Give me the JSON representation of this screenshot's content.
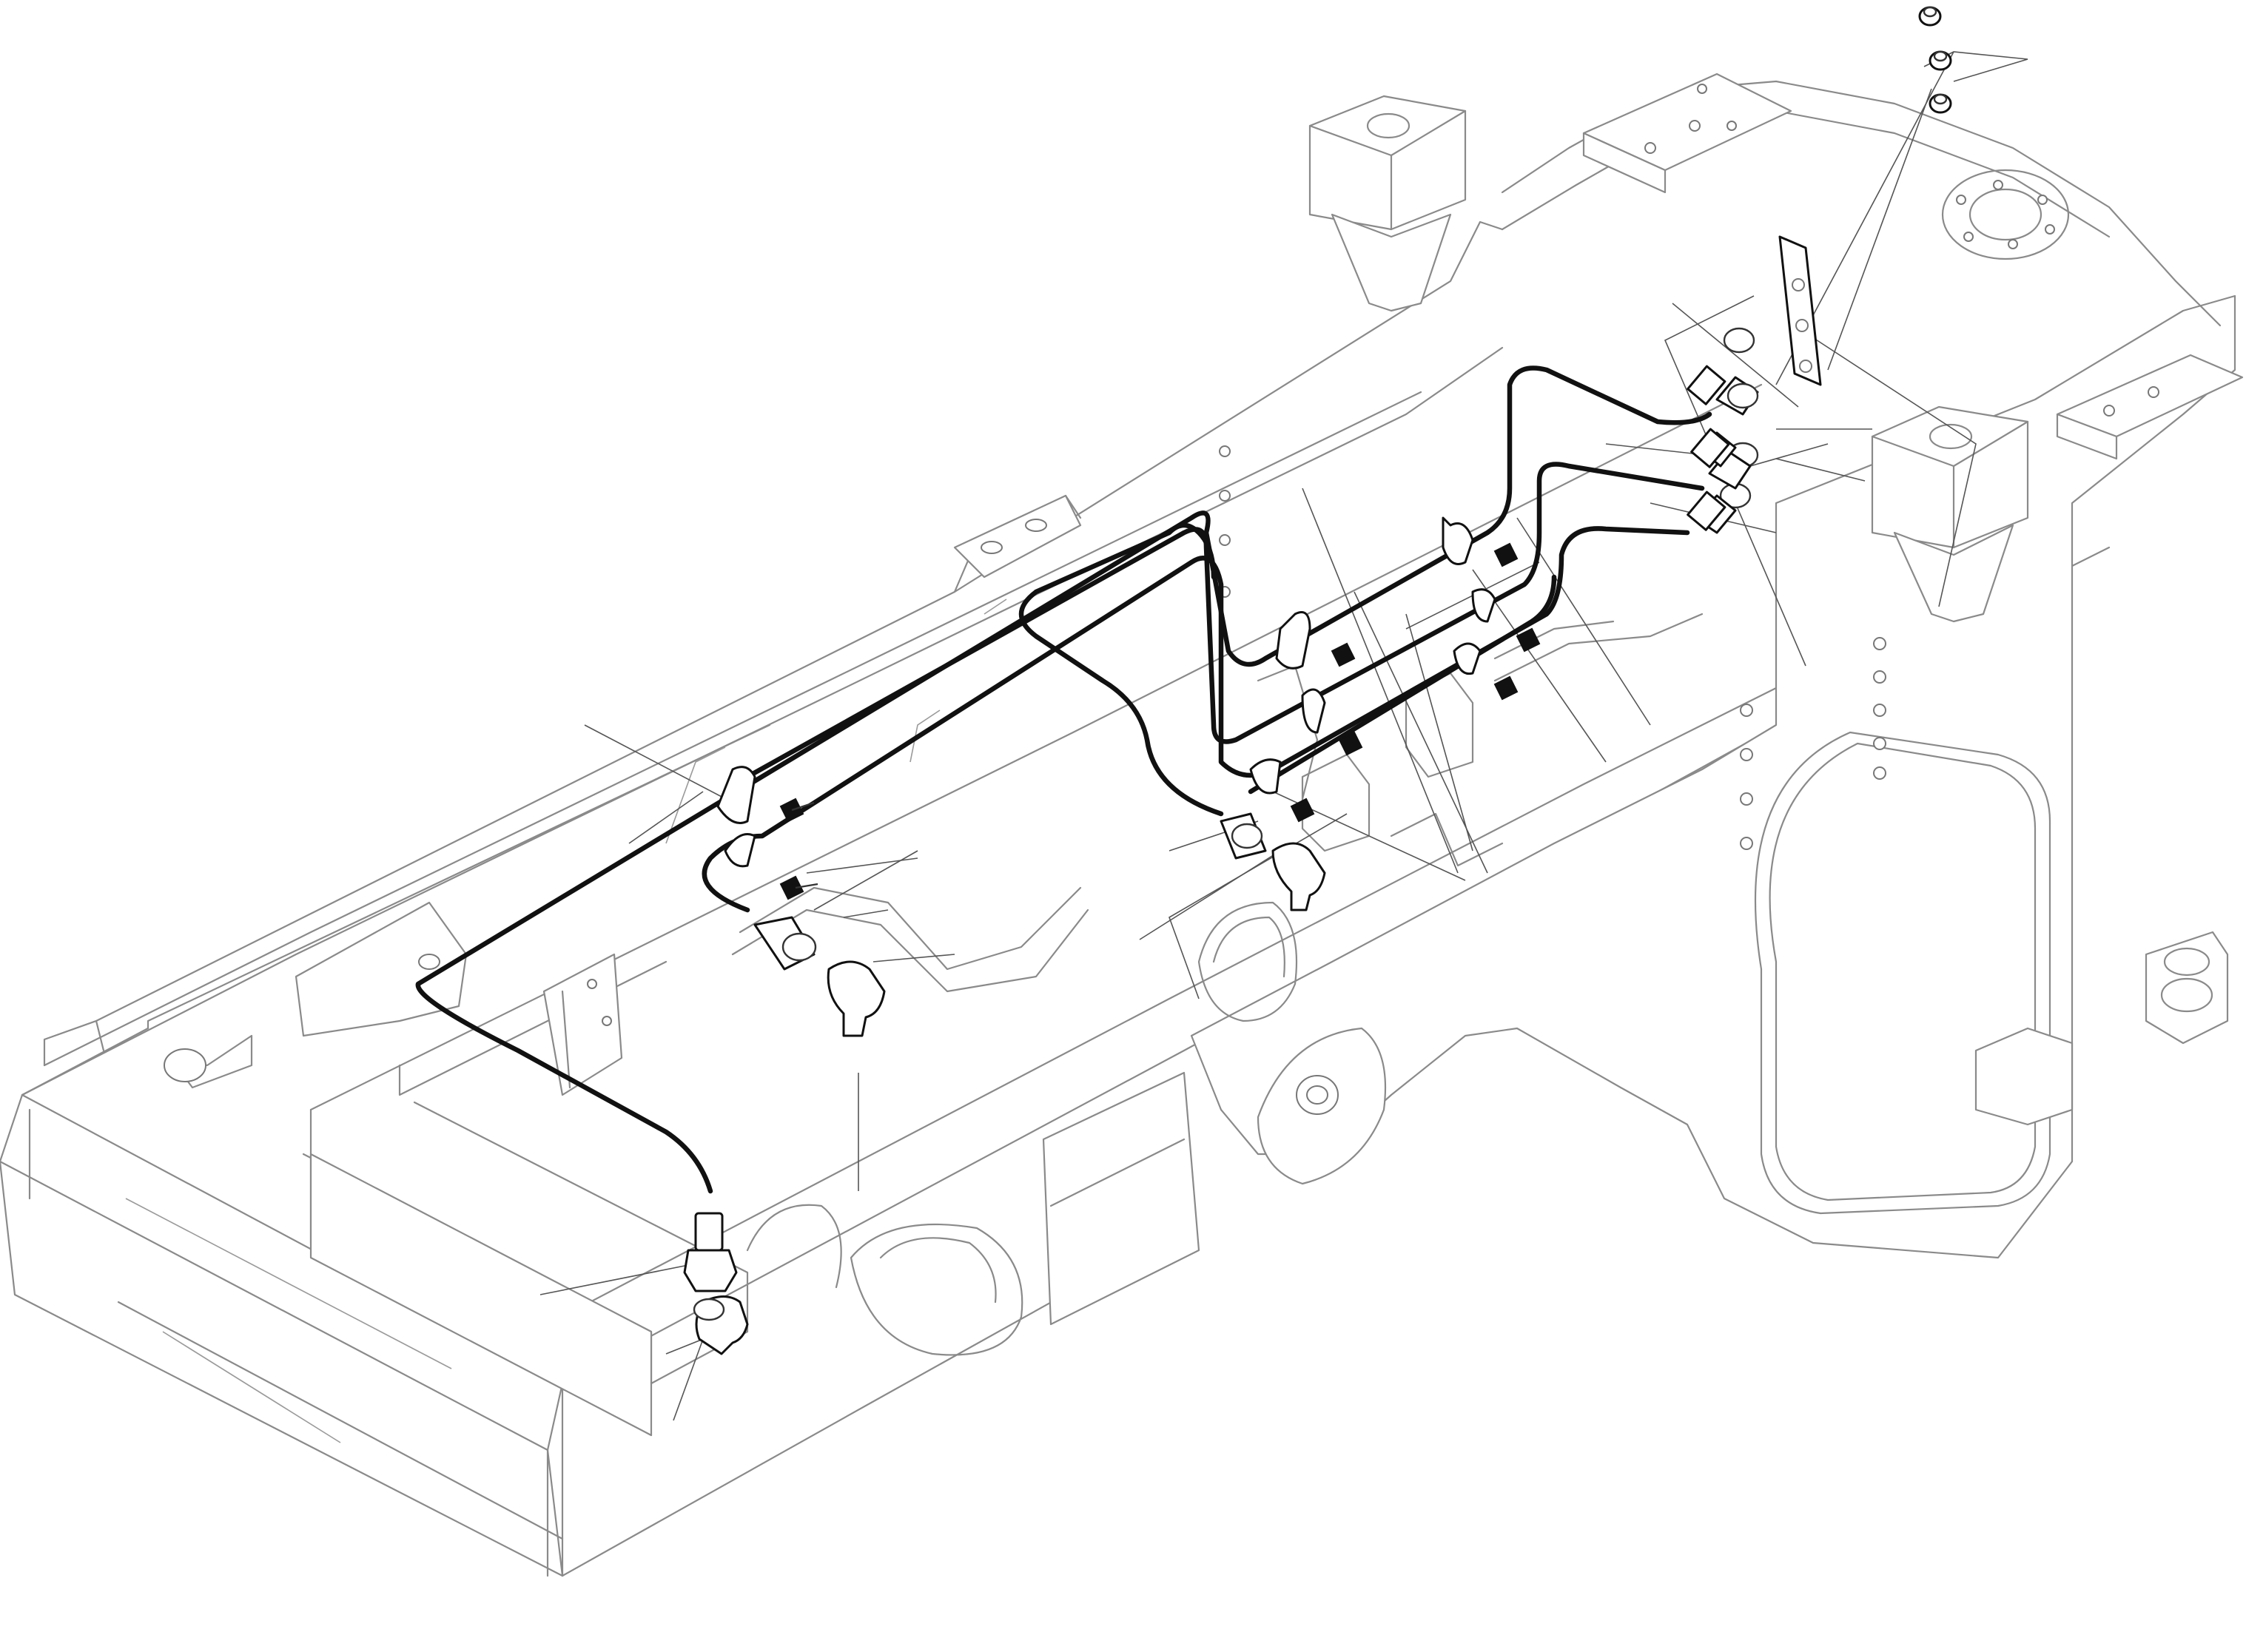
{
  "figure": {
    "colors": {
      "background": "#ffffff",
      "frame_outline": "#8a8a8a",
      "pipe": "#111111",
      "leader_line": "#555555"
    },
    "components": {
      "frame": "machine-main-frame",
      "pipes": [
        "grease-line-1",
        "grease-line-2",
        "grease-line-3",
        "grease-line-4"
      ],
      "clamps": "pipe-clamp",
      "bolts": "clamp-bolt",
      "elbows": "elbow-fitting",
      "adapters": "straight-adapter",
      "bracket": "fitting-bracket",
      "grease_nipples": "grease-nipple"
    }
  }
}
